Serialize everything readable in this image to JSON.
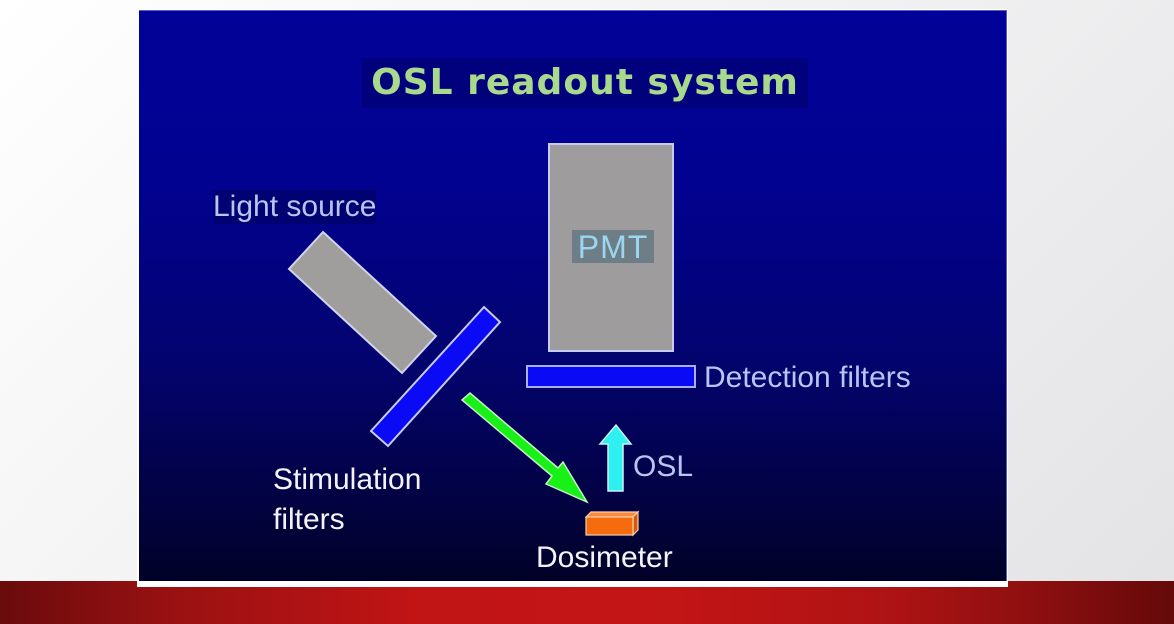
{
  "slide": {
    "title": "OSL readout system",
    "labels": {
      "light_source": "Light source",
      "pmt": "PMT",
      "detection_filters": "Detection filters",
      "stimulation_filters_line1": "Stimulation",
      "stimulation_filters_line2": "filters",
      "osl": "OSL",
      "dosimeter": "Dosimeter"
    },
    "colors": {
      "title": "#a9d98c",
      "slide_background_top": "#020298",
      "slide_background_bottom": "#010128",
      "light_source_fill": "#a09e9c",
      "pmt_fill": "#9e9c9c",
      "filter_fill": "#0a0af5",
      "stimulation_arrow": "#18f018",
      "osl_arrow": "#2ef0f0",
      "dosimeter_fill": "#f56b0e",
      "outline": "#c8ccf0",
      "bottom_band": "#c01415"
    }
  }
}
